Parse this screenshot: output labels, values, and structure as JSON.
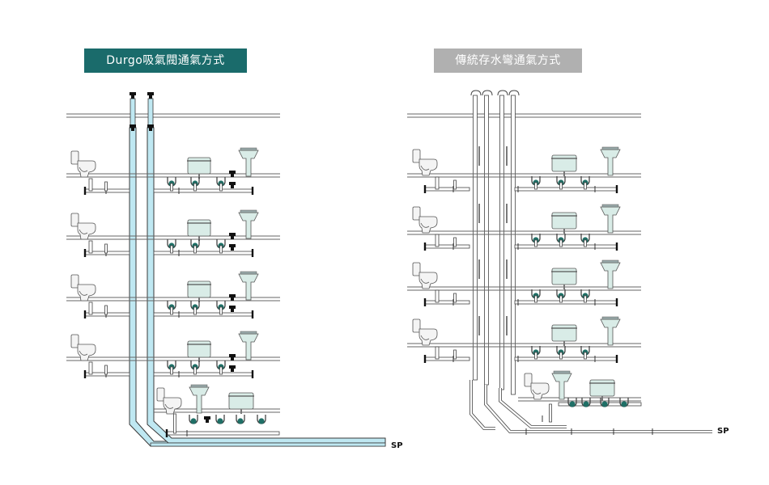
{
  "colors": {
    "durgo_badge": "#1a6b6b",
    "traditional_badge": "#b0b0b0",
    "vent_pipe": "#bfe8f2",
    "vent_outline": "#3a3a3a",
    "drain_pipe": "#ffffff",
    "pipe_outline": "#444444",
    "fixture_fill": "#d9ece7",
    "trap_fill": "#1f6f66",
    "valve": "#111111"
  },
  "left_system": {
    "title": "Durgo吸氣閥通氣方式",
    "outlet_label": "SP",
    "valve_icon": "air-admittance-valve-icon"
  },
  "right_system": {
    "title": "傳統存水彎通氣方式",
    "outlet_label": "SP"
  }
}
